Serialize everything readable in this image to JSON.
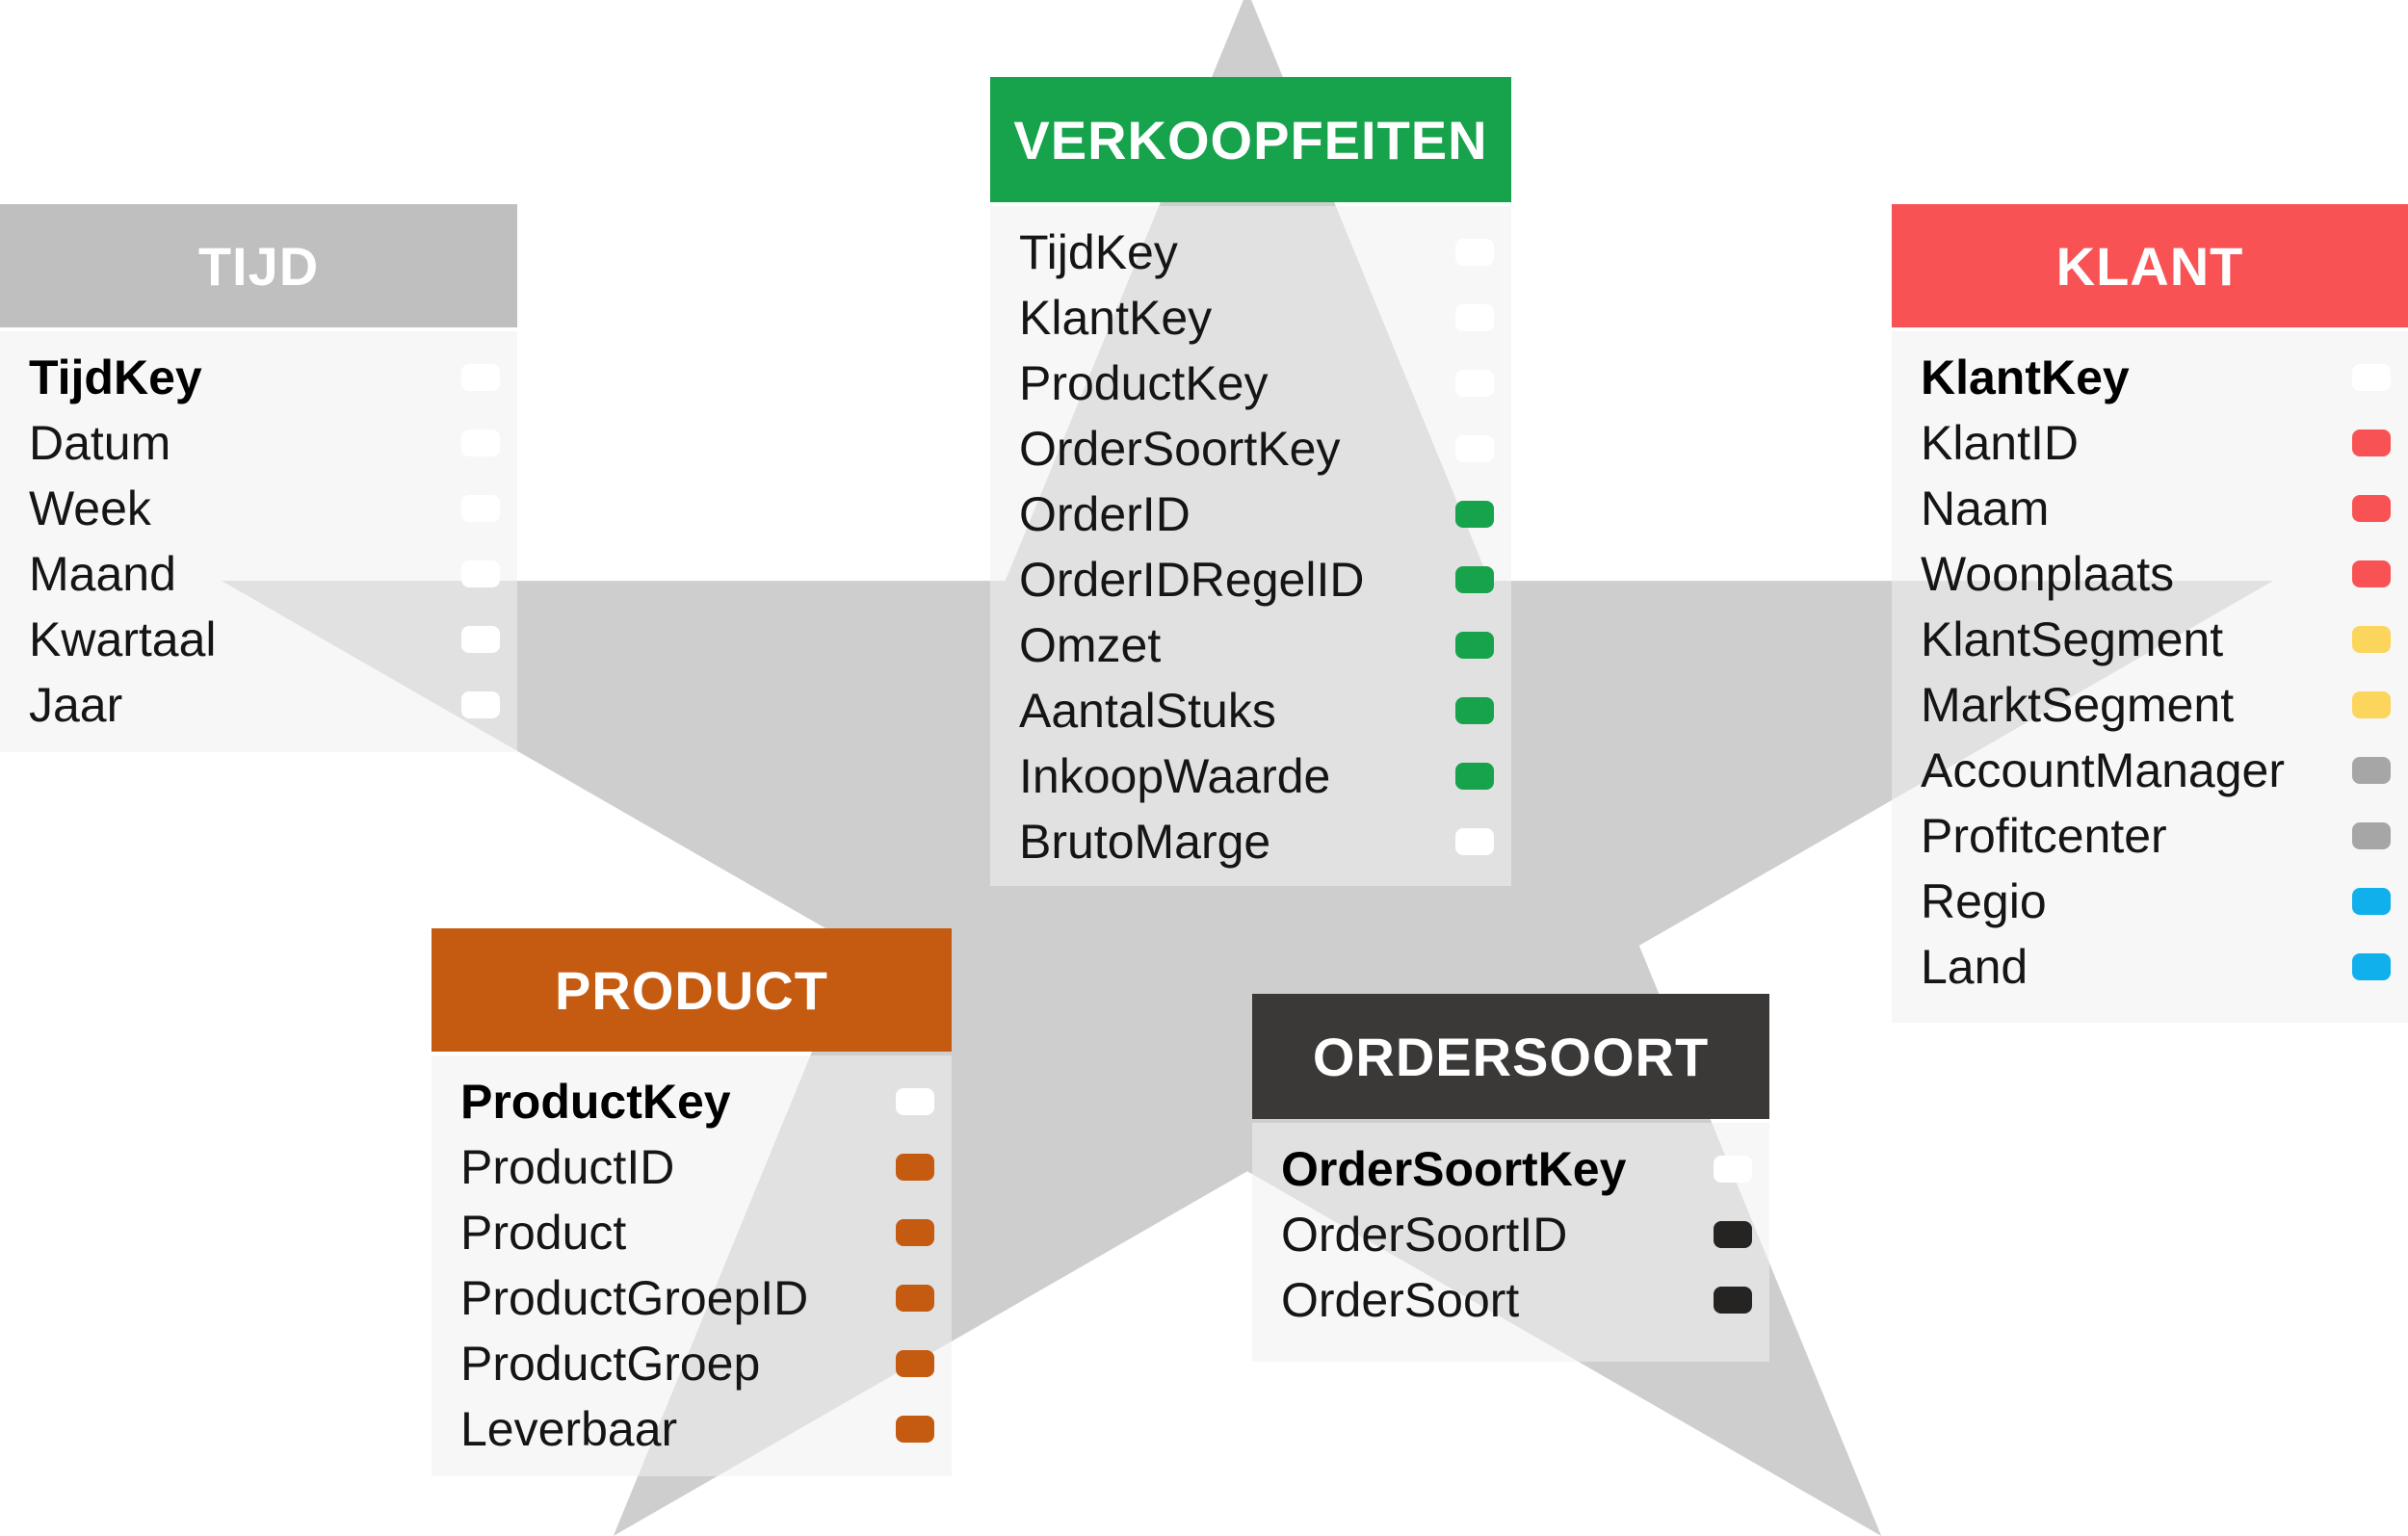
{
  "background_color": "#FFFFFF",
  "star": {
    "color": "#CFCECE"
  },
  "tables": [
    {
      "id": "verkoopfeiten",
      "title": "VERKOOPFEITEN",
      "header_color": "#17A34C",
      "header_text_color": "#FFFFFF",
      "fields": [
        {
          "label": "TijdKey",
          "bold": false,
          "chip": "#FFFFFF"
        },
        {
          "label": "KlantKey",
          "bold": false,
          "chip": "#FFFFFF"
        },
        {
          "label": "ProductKey",
          "bold": false,
          "chip": "#FFFFFF"
        },
        {
          "label": "OrderSoortKey",
          "bold": false,
          "chip": "#FFFFFF"
        },
        {
          "label": "OrderID",
          "bold": false,
          "chip": "#17A34C"
        },
        {
          "label": "OrderIDRegelID",
          "bold": false,
          "chip": "#17A34C"
        },
        {
          "label": "Omzet",
          "bold": false,
          "chip": "#17A34C"
        },
        {
          "label": "AantalStuks",
          "bold": false,
          "chip": "#17A34C"
        },
        {
          "label": "InkoopWaarde",
          "bold": false,
          "chip": "#17A34C"
        },
        {
          "label": "BrutoMarge",
          "bold": false,
          "chip": "#FFFFFF"
        }
      ]
    },
    {
      "id": "tijd",
      "title": "TIJD",
      "header_color": "#BFBFBF",
      "header_text_color": "#FFFFFF",
      "fields": [
        {
          "label": "TijdKey",
          "bold": true,
          "chip": "#FFFFFF"
        },
        {
          "label": "Datum",
          "bold": false,
          "chip": "#FFFFFF"
        },
        {
          "label": "Week",
          "bold": false,
          "chip": "#FFFFFF"
        },
        {
          "label": "Maand",
          "bold": false,
          "chip": "#FFFFFF"
        },
        {
          "label": "Kwartaal",
          "bold": false,
          "chip": "#FFFFFF"
        },
        {
          "label": "Jaar",
          "bold": false,
          "chip": "#FFFFFF"
        }
      ]
    },
    {
      "id": "klant",
      "title": "KLANT",
      "header_color": "#F95254",
      "header_text_color": "#FFFFFF",
      "fields": [
        {
          "label": "KlantKey",
          "bold": true,
          "chip": "#FFFFFF"
        },
        {
          "label": "KlantID",
          "bold": false,
          "chip": "#F95254"
        },
        {
          "label": "Naam",
          "bold": false,
          "chip": "#F95254"
        },
        {
          "label": "Woonplaats",
          "bold": false,
          "chip": "#F95254"
        },
        {
          "label": "KlantSegment",
          "bold": false,
          "chip": "#FBD55C"
        },
        {
          "label": "MarktSegment",
          "bold": false,
          "chip": "#FBD55C"
        },
        {
          "label": "AccountManager",
          "bold": false,
          "chip": "#A6A6A6"
        },
        {
          "label": "Profitcenter",
          "bold": false,
          "chip": "#A6A6A6"
        },
        {
          "label": "Regio",
          "bold": false,
          "chip": "#0FB0EC"
        },
        {
          "label": "Land",
          "bold": false,
          "chip": "#0FB0EC"
        }
      ]
    },
    {
      "id": "product",
      "title": "PRODUCT",
      "header_color": "#C55A11",
      "header_text_color": "#FFFFFF",
      "fields": [
        {
          "label": "ProductKey",
          "bold": true,
          "chip": "#FFFFFF"
        },
        {
          "label": "ProductID",
          "bold": false,
          "chip": "#C55A11"
        },
        {
          "label": "Product",
          "bold": false,
          "chip": "#C55A11"
        },
        {
          "label": "ProductGroepID",
          "bold": false,
          "chip": "#C55A11"
        },
        {
          "label": "ProductGroep",
          "bold": false,
          "chip": "#C55A11"
        },
        {
          "label": "Leverbaar",
          "bold": false,
          "chip": "#C55A11"
        }
      ]
    },
    {
      "id": "ordersoort",
      "title": "ORDERSOORT",
      "header_color": "#3B3838",
      "header_text_color": "#FFFFFF",
      "fields": [
        {
          "label": "OrderSoortKey",
          "bold": true,
          "chip": "#FFFFFF"
        },
        {
          "label": "OrderSoortID",
          "bold": false,
          "chip": "#262423"
        },
        {
          "label": "OrderSoort",
          "bold": false,
          "chip": "#262423"
        }
      ]
    }
  ]
}
